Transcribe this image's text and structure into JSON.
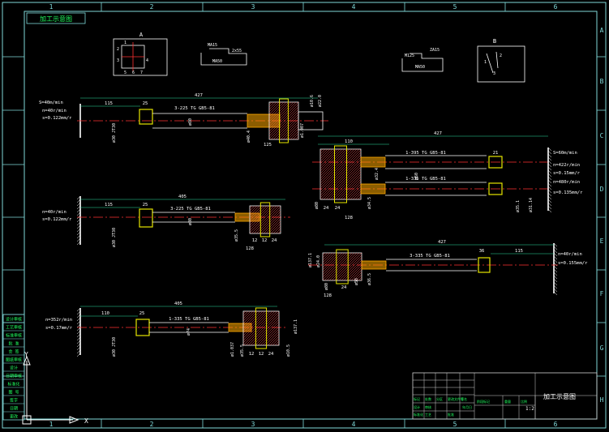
{
  "colors": {
    "background": "#000000",
    "frame": "#7fd8d8",
    "line": "#ffffff",
    "dimension": "#2de0a0",
    "centerline": "#ff3030",
    "hatch": "#ff5050",
    "part": "#e6e600",
    "tool": "#ffaa00",
    "title_block": "#d0d0d0",
    "label_green": "#20ff60"
  },
  "border": {
    "columns": [
      "1",
      "2",
      "3",
      "4",
      "5",
      "6"
    ],
    "rows": [
      "A",
      "B",
      "C",
      "D",
      "E",
      "F",
      "G",
      "H"
    ],
    "header_stamp": "加工示意图"
  },
  "details": {
    "a": {
      "label": "A",
      "marks": [
        "1",
        "2",
        "3",
        "4",
        "5",
        "6",
        "7"
      ]
    },
    "b": {
      "label": "B",
      "marks": [
        "1",
        "2",
        "3"
      ]
    },
    "inserts": [
      {
        "top": "MA15",
        "mid": "2x55",
        "bottom": "MA50"
      },
      {
        "top": "ZA15",
        "left": "M125",
        "bottom": "MA50"
      }
    ]
  },
  "setups": [
    {
      "length": "427",
      "offset": "115",
      "tool_gap": "25",
      "spec": "3-225 TG GB5-81",
      "params": [
        "S=40m/min",
        "n=40r/min",
        "s=0.122mm/r"
      ],
      "dims": [
        "ø30 JT30",
        "ø80",
        "ø40.4",
        "ø1.007",
        "125"
      ],
      "vert_dims": [
        "ø10.6",
        "ø22.0"
      ]
    },
    {
      "length": "427",
      "offset": "110",
      "tool_gap": "21",
      "spec": "1-395 TG GB5-81",
      "spec2": "1-335 TG GB5-81",
      "params": [
        "S=60m/min",
        "n=422r/min",
        "s=0.15mm/r",
        "n=480r/min",
        "s=0.135mm/r"
      ],
      "dims": [
        "ø80",
        "ø60",
        "ø32.4",
        "ø34.5",
        "24",
        "24",
        "128"
      ],
      "vert_dims": [
        "ø35.1",
        "ø31.14"
      ]
    },
    {
      "length": "405",
      "offset": "115",
      "tool_gap": "25",
      "spec": "3-225 TG GB5-81",
      "params": [
        "n=40r/min",
        "s=0.122mm/r"
      ],
      "dims": [
        "ø30 JT30",
        "ø80",
        "ø35.5",
        "12",
        "12",
        "24",
        "128"
      ],
      "vert_dims": []
    },
    {
      "length": "427",
      "offset": "115",
      "tool_gap": "36",
      "spec": "3-335 TG GB5-81",
      "params": [
        "n=40r/min",
        "s=0.155mm/r"
      ],
      "dims": [
        "ø80",
        "ø50",
        "ø36.5",
        "24",
        "128"
      ],
      "vert_dims": [
        "ø137.1",
        "ø24.0"
      ]
    },
    {
      "length": "405",
      "offset": "110",
      "tool_gap": "25",
      "spec": "1-335 TG GB5-81",
      "params": [
        "n=352r/min",
        "s=0.17mm/r"
      ],
      "dims": [
        "ø30 JT30",
        "ø74",
        "ø1.037",
        "ø35.5",
        "12",
        "12",
        "24"
      ],
      "vert_dims": [
        "ø137.1",
        "ø10.5"
      ]
    }
  ],
  "left_table": [
    "设计审核",
    "工艺审核",
    "标准审核",
    "批 准",
    "会 签",
    "图纸审核",
    "设计",
    "日期审核",
    "标准化",
    "图 号",
    "签字",
    "日期",
    "更改"
  ],
  "title_block": {
    "name": "加工示意图",
    "sheet": "1:2",
    "labels": [
      "标记",
      "处数",
      "分区",
      "更改文件号",
      "签名",
      "年月日",
      "设计",
      "标准化",
      "审核",
      "工艺",
      "批准",
      "阶段标记",
      "重量",
      "比例"
    ]
  },
  "ucs": {
    "y": "Y",
    "x": "X"
  }
}
